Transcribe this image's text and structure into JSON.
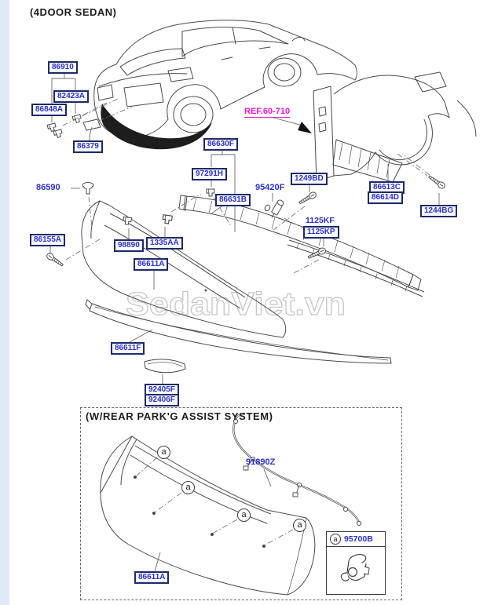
{
  "header": {
    "title": "(4DOOR SEDAN)"
  },
  "watermark": {
    "text": "SedanViet.vn"
  },
  "ref_callout": {
    "label": "REF.60-710"
  },
  "colors": {
    "part_text": "#2b2fd4",
    "part_box_border": "#1b2a6b",
    "ref_magenta": "#ef18d3",
    "line_art": "#4a4a4a",
    "watermark_gray": "#c5c5c5"
  },
  "parts": {
    "86910": "86910",
    "82423A": "82423A",
    "86848A": "86848A",
    "86379": "86379",
    "86630F": "86630F",
    "97291H": "97291H",
    "86631B": "86631B",
    "95420F": "95420F",
    "1249BD": "1249BD",
    "86613C": "86613C",
    "86614D": "86614D",
    "1244BG": "1244BG",
    "1125KF": "1125KF",
    "1125KP": "1125KP",
    "86590": "86590",
    "86155A": "86155A",
    "98890": "98890",
    "1335AA": "1335AA",
    "86611A": "86611A",
    "86611F": "86611F",
    "92405F": "92405F",
    "92406F": "92406F",
    "91890Z": "91890Z",
    "95700B": "95700B"
  },
  "park_assist": {
    "title": "(W/REAR PARK'G ASSIST SYSTEM)",
    "marker": "a",
    "legend_marker": "a",
    "legend_part": "95700B",
    "bumper_part": "86611A",
    "harness_part": "91890Z"
  }
}
